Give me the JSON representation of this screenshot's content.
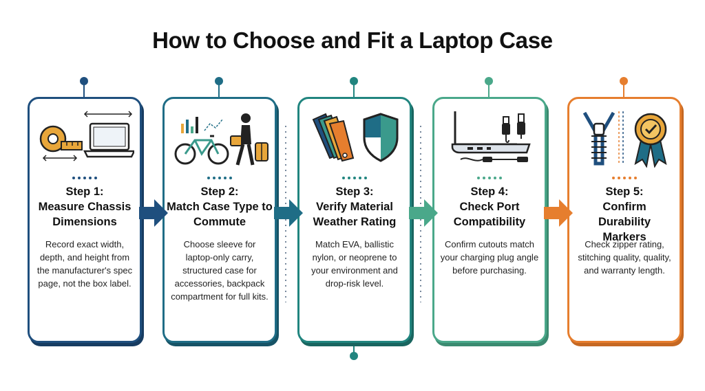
{
  "title": "How to Choose and Fit a Laptop Case",
  "steps": [
    {
      "number": "Step 1:",
      "name": "Measure Chassis Dimensions",
      "description": "Record exact width, depth, and height from the manufacturer's spec page, not the box label.",
      "color": "#1f4f7e",
      "dark": "#173c61",
      "icons": [
        "tape-measure-icon",
        "laptop-icon",
        "width-arrow-icon"
      ]
    },
    {
      "number": "Step 2:",
      "name": "Match Case Type to Commute",
      "description": "Choose sleeve for laptop-only carry, structured case for accessories, backpack compartment for full kits.",
      "color": "#1f6d86",
      "dark": "#175366",
      "icons": [
        "bar-chart-icon",
        "bicycle-icon",
        "commuter-icon"
      ]
    },
    {
      "number": "Step 3:",
      "name": "Verify Material Weather Rating",
      "description": "Match EVA, ballistic nylon, or neoprene to your environment and drop-risk level.",
      "color": "#21857f",
      "dark": "#19655f",
      "icons": [
        "fabric-swatches-icon",
        "shield-icon"
      ]
    },
    {
      "number": "Step 4:",
      "name": "Check Port Compatibility",
      "description": "Confirm cutouts match your charging plug angle before purchasing.",
      "color": "#4aa88a",
      "dark": "#3b8a70",
      "icons": [
        "laptop-ports-icon",
        "usb-plug-icon"
      ]
    },
    {
      "number": "Step 5:",
      "name": "Confirm Durability Markers",
      "description": "Check zipper rating, stitching quality, quality, and warranty length.",
      "color": "#e67e2e",
      "dark": "#c56823",
      "icons": [
        "zipper-icon",
        "award-badge-icon"
      ]
    }
  ]
}
